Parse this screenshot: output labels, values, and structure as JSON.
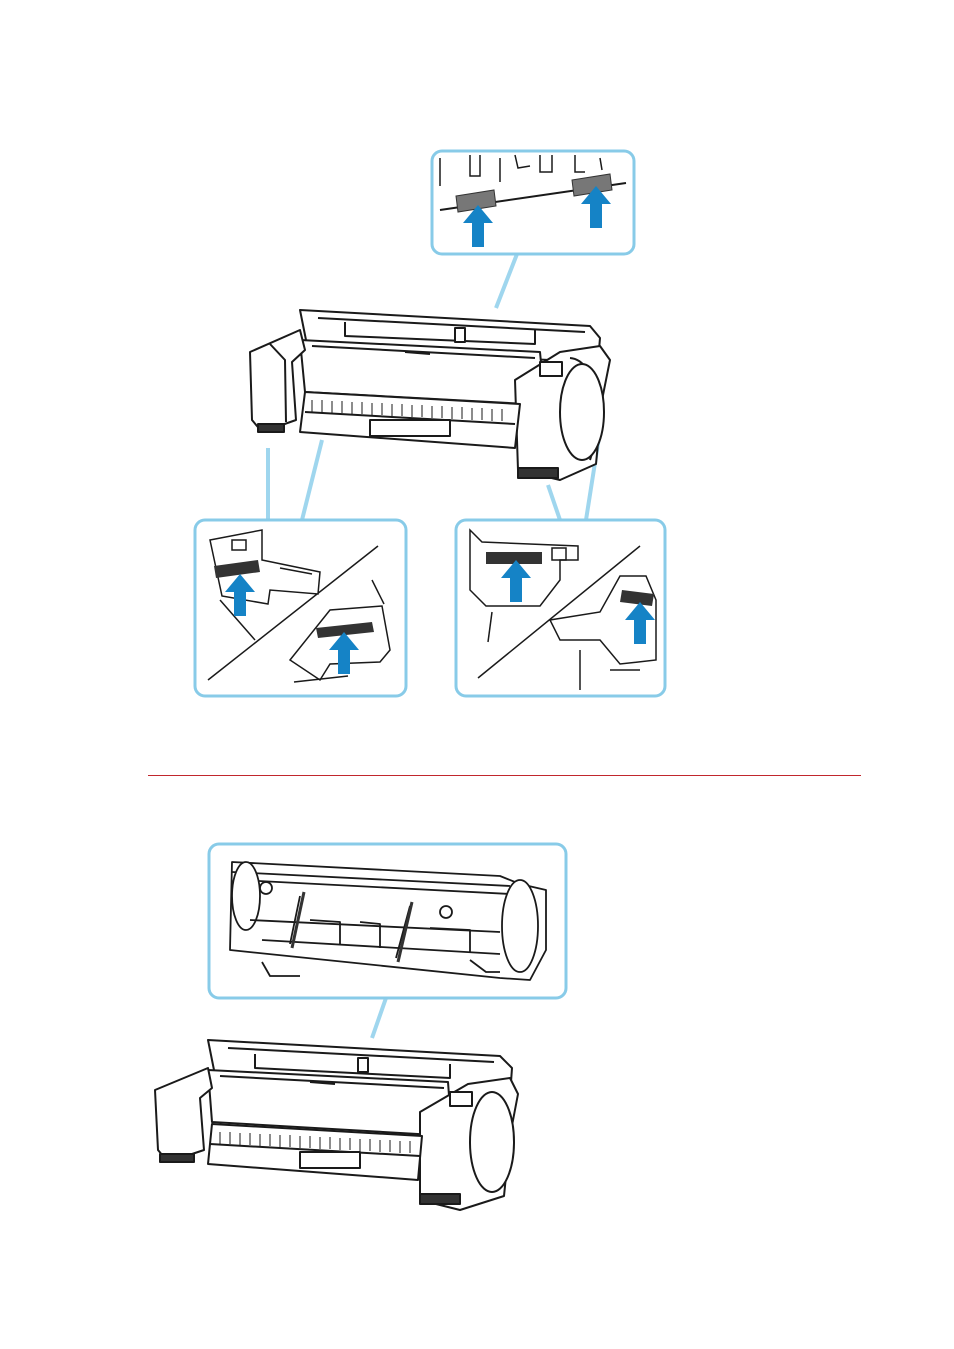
{
  "page": {
    "background": "#ffffff"
  },
  "colors": {
    "callout_border": "#88cbe8",
    "arrow_blue": "#1583c6",
    "line_art": "#1a1a1a",
    "divider": "#c1272d"
  },
  "figures": [
    {
      "name": "printer-with-three-callouts",
      "callouts": [
        {
          "name": "rear-stoppers-callout",
          "arrows": 2,
          "icon": "up-arrow-icon"
        },
        {
          "name": "left-stoppers-callout",
          "arrows": 2,
          "icon": "up-arrow-icon"
        },
        {
          "name": "right-stoppers-callout",
          "arrows": 2,
          "icon": "up-arrow-icon"
        }
      ]
    },
    {
      "name": "printer-with-interior-callout",
      "callouts": [
        {
          "name": "interior-callout",
          "arrows": 0
        }
      ]
    }
  ]
}
